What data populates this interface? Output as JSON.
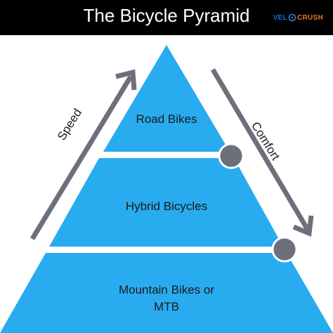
{
  "header": {
    "title": "The Bicycle Pyramid"
  },
  "logo": {
    "part1": "VEL",
    "part2": "CRUSH"
  },
  "arrows": {
    "left_label": "Speed",
    "right_label": "Comfort"
  },
  "tiers": [
    {
      "label": "Road Bikes"
    },
    {
      "label": "Hybrid Bicycles"
    },
    {
      "label": "Mountain Bikes or\nMTB"
    }
  ],
  "colors": {
    "header_bg": "#000000",
    "pyramid": "#29abf0",
    "arrow": "#6d6f7a",
    "circle": "#6d6f7a"
  }
}
